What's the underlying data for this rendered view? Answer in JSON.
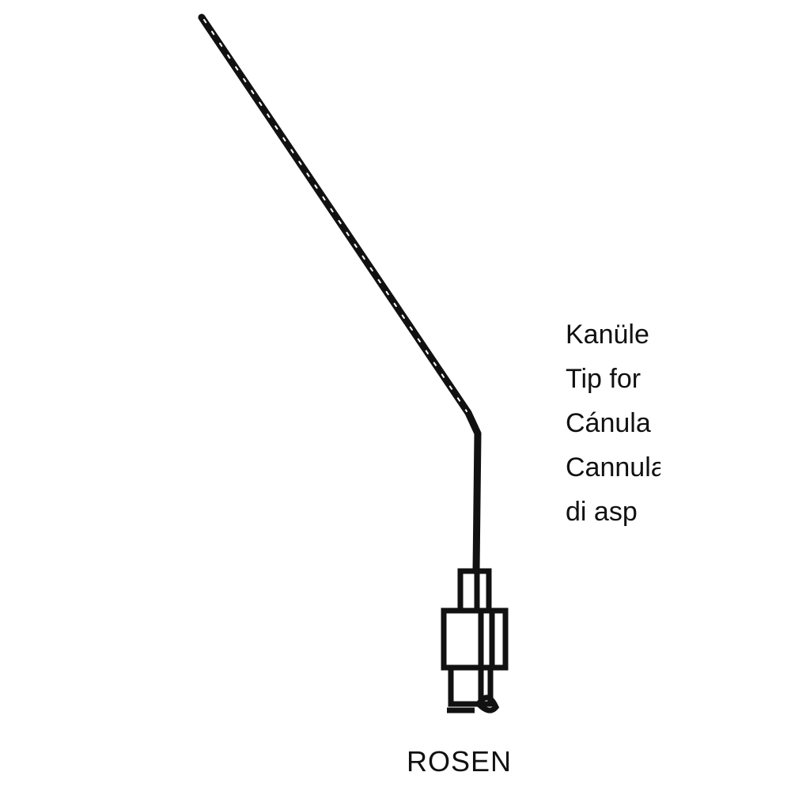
{
  "illustration": {
    "name": "cannula",
    "ink_color": "#111111"
  },
  "description_lines": [
    "Kanüle",
    "Tip for",
    "Cánula",
    "Cannula",
    "di asp"
  ],
  "caption": "ROSEN"
}
